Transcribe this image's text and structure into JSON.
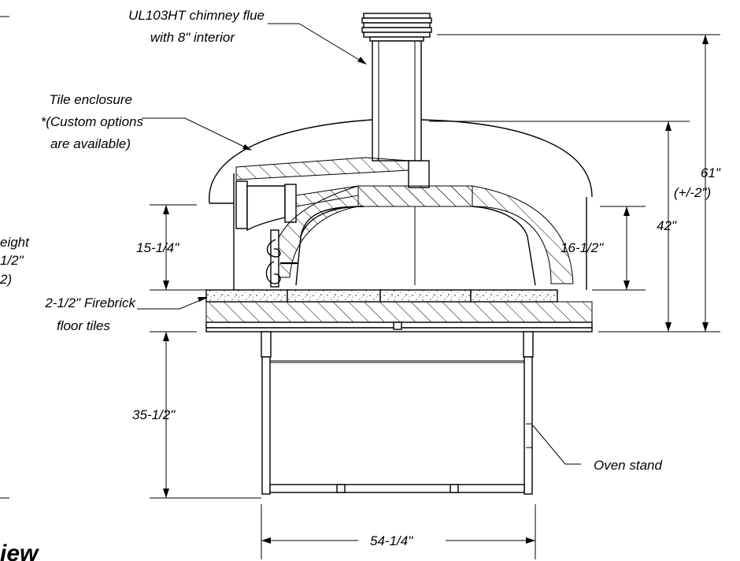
{
  "labels": {
    "chimney_line1": "UL103HT chimney flue",
    "chimney_line2": "with 8\" interior",
    "tile_line1": "Tile enclosure",
    "tile_line2": "*(Custom options",
    "tile_line3": "are available)",
    "partial_line1": "eight",
    "partial_line2": "1/2\"",
    "partial_line3": "2)",
    "floor_line1": "2-1/2\" Firebrick",
    "floor_line2": "floor tiles",
    "stand": "Oven stand",
    "view_fragment": "iew"
  },
  "dimensions": {
    "door_height": "15-1/4\"",
    "dome_height": "16-1/2\"",
    "oven_height": "42\"",
    "total_height_line1": "61\"",
    "total_height_line2": "(+/-2\")",
    "stand_height": "35-1/2\"",
    "stand_width": "54-1/4\""
  }
}
